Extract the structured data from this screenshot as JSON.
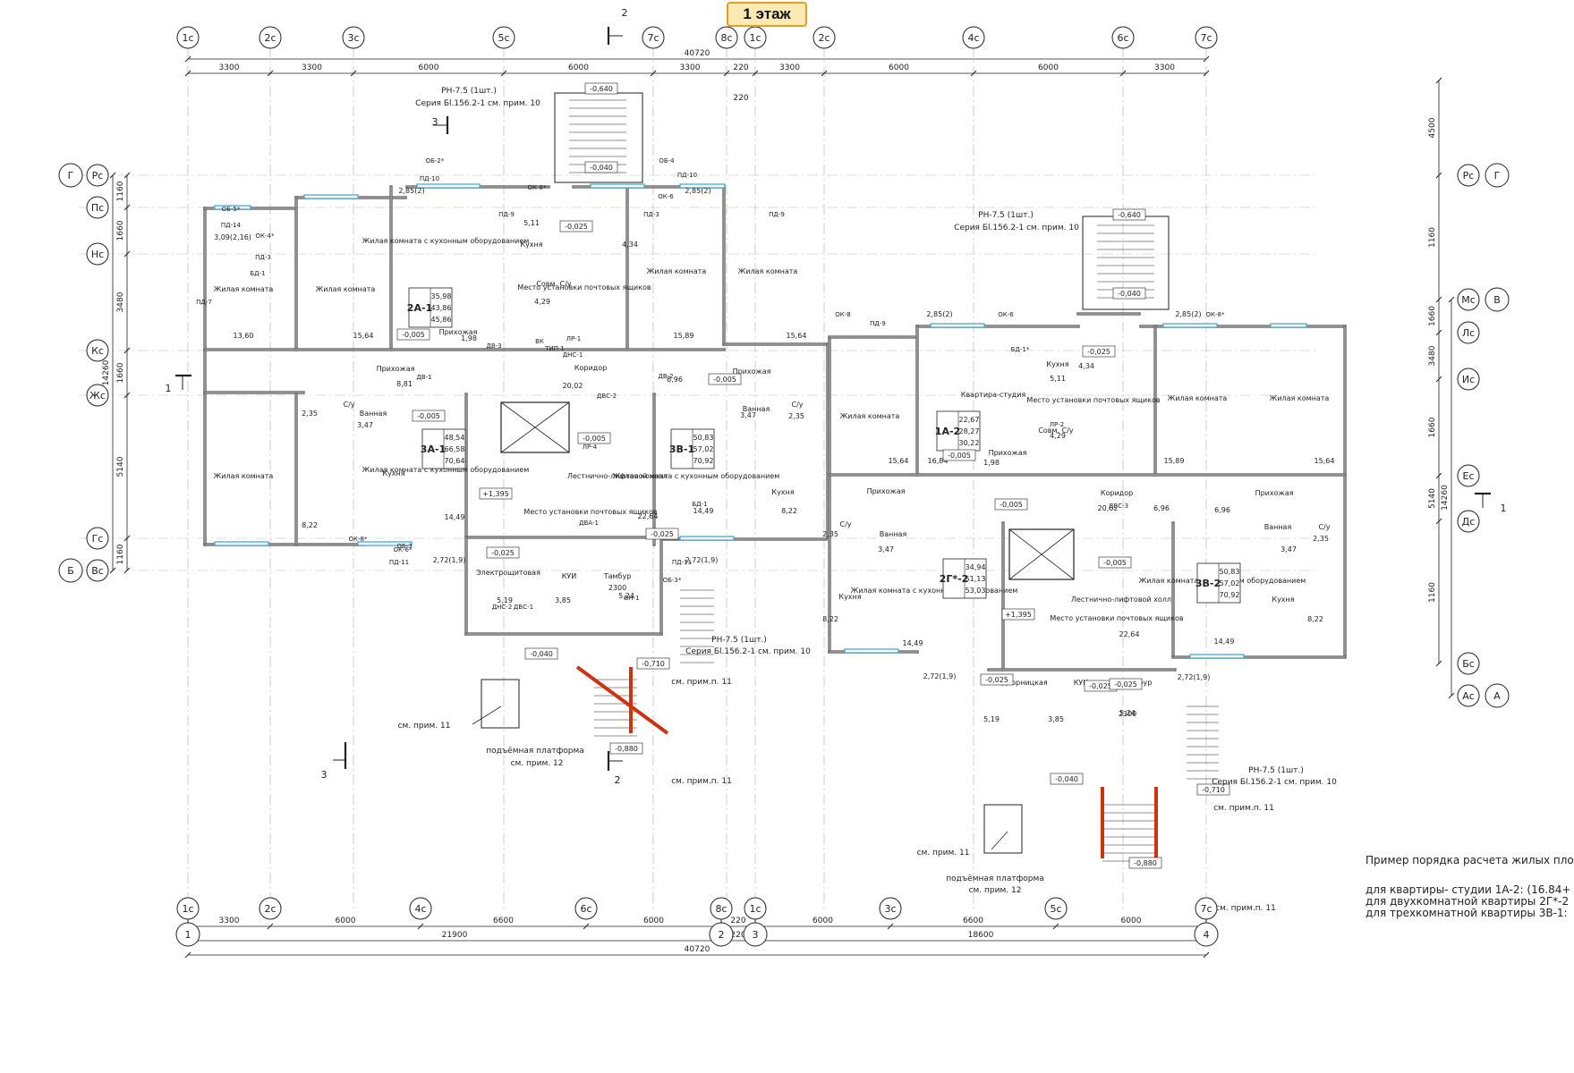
{
  "floor_title": "1 этаж",
  "top_axes": [
    "1с",
    "2с",
    "3с",
    "5с",
    "7с",
    "8с",
    "1с",
    "2с",
    "4с",
    "6с",
    "7с"
  ],
  "bottom_axes": [
    "1с",
    "2с",
    "4с",
    "6с",
    "8с",
    "1с",
    "3с",
    "5с",
    "7с"
  ],
  "bottom_numbers": [
    "1",
    "2",
    "3",
    "4"
  ],
  "left_axes": [
    "Рс",
    "Пс",
    "Нс",
    "Кс",
    "Жс",
    "Гс",
    "Вс"
  ],
  "left_circles": [
    "Г",
    "Б"
  ],
  "right_axes": [
    "Рс",
    "Мс",
    "Лс",
    "Ис",
    "Ес",
    "Дс",
    "Бс",
    "Ас"
  ],
  "right_circles": [
    "Г",
    "В",
    "А"
  ],
  "top_dims": [
    "3300",
    "3300",
    "6000",
    "6000",
    "3300",
    "220",
    "3300",
    "6000",
    "6000",
    "3300"
  ],
  "top_total": "40720",
  "top_mid": "220",
  "bottom_dims_row1": [
    "3300",
    "6000",
    "6600",
    "6000",
    "220",
    "6000",
    "6600",
    "6000"
  ],
  "bottom_dims_row2": [
    "21900",
    "220",
    "18600"
  ],
  "bottom_total": "40720",
  "left_dims": [
    "1160",
    "1660",
    "3480",
    "1660",
    "5140",
    "1160"
  ],
  "left_total": "14260",
  "right_dims": [
    "4500",
    "1160",
    "1660",
    "3480",
    "1660",
    "5140",
    "1160"
  ],
  "right_total": "14260",
  "rooms_left": [
    "Жилая комната",
    "Жилая комната",
    "Жилая комната с кухонным оборудованием",
    "Кухня",
    "Жилая комната",
    "Жилая комната",
    "Жилая комната",
    "Жилая комната с кухонным оборудованием",
    "Кухня",
    "Кухня",
    "Жилая комната с кухонным оборудованием",
    "Ванная",
    "Ванная",
    "С/у",
    "С/у",
    "Прихожая",
    "Прихожая",
    "Прихожая",
    "Коридор",
    "Лестнично-лифтовой холл",
    "Электрощитовая",
    "КУИ",
    "Тамбур",
    "Совм. С/у",
    "Место установки почтовых ящиков",
    "Место установки почтовых ящиков"
  ],
  "rooms_right": [
    "Жилая комната",
    "Квартира-студия",
    "Кухня",
    "Жилая комната",
    "Жилая комната",
    "Жилая комната с кухонным оборудованием",
    "Ванная",
    "С/у",
    "Кухня",
    "Жилая комната с кухонным оборудованием",
    "Ванная",
    "С/у",
    "Кухня",
    "Прихожая",
    "Прихожая",
    "Прихожая",
    "Коридор",
    "Лестнично-лифтовой холл",
    "Дворницкая",
    "КУИ",
    "Тамбур",
    "Совм. С/у",
    "Место установки почтовых ящиков",
    "Место установки почтовых ящиков"
  ],
  "apartments": [
    {
      "code": "2А-1",
      "areas": [
        "35,98",
        "43,86",
        "45,86"
      ]
    },
    {
      "code": "3А-1",
      "areas": [
        "48,54",
        "66,58",
        "70,64"
      ]
    },
    {
      "code": "3В-1",
      "areas": [
        "50,83",
        "57,02",
        "70,92"
      ]
    },
    {
      "code": "1А-2",
      "areas": [
        "22,67",
        "28,27",
        "30,22"
      ]
    },
    {
      "code": "2Г*-2",
      "areas": [
        "34,94",
        "51,13",
        "53,03"
      ]
    },
    {
      "code": "3В-2",
      "areas": [
        "50,83",
        "57,02",
        "70,92"
      ]
    }
  ],
  "area_labels": [
    "13,60",
    "15,64",
    "16,84",
    "15,89",
    "15,64",
    "8,81",
    "2,35",
    "3,47",
    "8,22",
    "14,49",
    "20,02",
    "6,96",
    "3,47",
    "2,35",
    "8,22",
    "14,49",
    "22,64",
    "5,19",
    "3,85",
    "5,24",
    "2,72(1,9)",
    "2,72(1,9)",
    "3,09(2,16)",
    "2,85(2)",
    "2,85(2)",
    "5,11",
    "4,29",
    "1,98",
    "4,34",
    "15,64",
    "16,84",
    "5,11",
    "4,29",
    "1,98",
    "4,34",
    "15,89",
    "15,64",
    "6,96",
    "20,02",
    "2,35",
    "3,47",
    "8,22",
    "14,49",
    "22,64",
    "5,19",
    "3,85",
    "5,24",
    "2,72(1,9)",
    "2,72(1,9)",
    "2,85(2)",
    "2,85(2)",
    "6,96",
    "3,47",
    "2,35",
    "8,22",
    "14,49"
  ],
  "levels": [
    "-0,640",
    "-0,040",
    "-0,025",
    "-0,005",
    "-0,005",
    "-0,005",
    "-0,005",
    "+1,395",
    "-0,025",
    "-0,025",
    "-0,040",
    "-0,710",
    "-0,880",
    "-0,640",
    "-0,040",
    "-0,025",
    "-0,005",
    "-0,005",
    "-0,005",
    "+1,395",
    "-0,025",
    "-0,025",
    "-0,025",
    "-0,040",
    "-0,710",
    "-0,880"
  ],
  "mark_labels": [
    "ОБ-2*",
    "ОБ-5*",
    "ОБ-4",
    "ПД-10",
    "ПД-10",
    "ПД-14",
    "ПД-3",
    "ПД-9",
    "ПД-3",
    "ПД-9",
    "ПД-9",
    "ПД-7",
    "ОК-8",
    "ОК-6",
    "ОК-8*",
    "ОК-6",
    "ОК-8*",
    "ОК-4*",
    "БД-1",
    "БД-1",
    "БД-1*",
    "ДВ-1",
    "ДВ-2",
    "ДВ-3",
    "ДВА-1",
    "ДВС-1",
    "ДВС-2",
    "ДВС-3",
    "ДНС-1",
    "ДНС-2",
    "ЛР-1",
    "ЛР-2",
    "ЛР-4",
    "ВК",
    "ОБ-3",
    "ОБ-3*",
    "ОК-6*",
    "ОК-8*",
    "ПД-11",
    "ПД-11",
    "ВН-1",
    "ТИП 1"
  ],
  "stair_notes": [
    "РН-7.5 (1шт.)",
    "Серия Бl.156.2-1 см. прим. 10",
    "РН-7.5 (1шт.)",
    "Серия Бl.156.2-1 см. прим. 10",
    "РН-7.5 (1шт.)",
    "Серия Бl.156.2-1 см. прим. 10",
    "РН-7.5 (1шт.)",
    "Серия Бl.156.2-1 см. прим. 10"
  ],
  "callouts": [
    "см. прим. 11",
    "подъёмная платформа",
    "см. прим. 12",
    "см. прим.п. 11",
    "см. прим.п. 11",
    "см. прим. 11",
    "подъёмная платформа",
    "см. прим. 12",
    "см. прим.п. 11",
    "см. прим.п. 11"
  ],
  "section_marks": [
    "1",
    "1",
    "2",
    "2",
    "3",
    "3"
  ],
  "tambur_dim": "2300",
  "notes": {
    "title": "Пример порядка расчета жилых пло",
    "line1": "для квартиры- студии 1А-2: (16.84+",
    "line2": "для двухкомнатной квартиры 2Г*-2",
    "line3": "для трехкомнатной квартиры 3В-1:"
  },
  "colors": {
    "line": "#222222",
    "wall": "#666666",
    "window": "#3aa0d0",
    "lift": "#cc3311",
    "title_bg": "#fde9b3"
  }
}
